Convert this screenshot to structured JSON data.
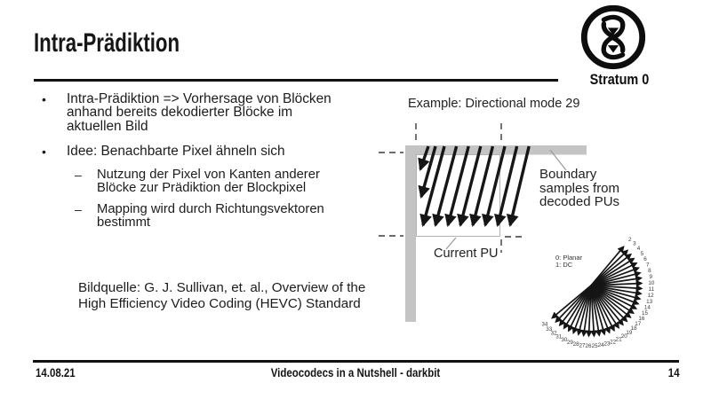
{
  "slide": {
    "title": "Intra-Prädiktion",
    "logo": {
      "name": "stratum0-logo",
      "text": "Stratum 0"
    },
    "bullets": {
      "marker": "•",
      "sub_marker": "–",
      "items": [
        "Intra-Prädiktion => Vorhersage von Blöcken anhand bereits dekodierter Blöcke im aktuellen Bild",
        "Idee: Benachbarte Pixel ähneln sich"
      ],
      "sub_items": [
        "Nutzung der Pixel von Kanten anderer Blöcke zur Prädiktion der Blockpixel",
        "Mapping wird durch Richtungsvektoren bestimmt"
      ]
    },
    "source_note": "Bildquelle: G. J. Sullivan, et. al., Overview of the High Efficiency Video Coding (HEVC) Standard",
    "figure": {
      "heading": "Example: Directional mode 29",
      "boundary_label": "Boundary samples from decoded PUs",
      "current_pu_label": "Current PU",
      "modes_legend": [
        "0: Planar",
        "1: DC"
      ],
      "fan_modes": [
        2,
        3,
        4,
        5,
        6,
        7,
        8,
        9,
        10,
        11,
        12,
        13,
        14,
        15,
        16,
        17,
        18,
        19,
        20,
        21,
        22,
        23,
        24,
        25,
        26,
        27,
        28,
        29,
        30,
        31,
        32,
        33,
        34
      ]
    },
    "footer": {
      "date": "14.08.21",
      "title": "Videocodecs in a Nutshell - darkbit",
      "page": "14"
    },
    "colors": {
      "bar_gray": "#c4c4c4",
      "ink": "#1c1c1c"
    }
  }
}
